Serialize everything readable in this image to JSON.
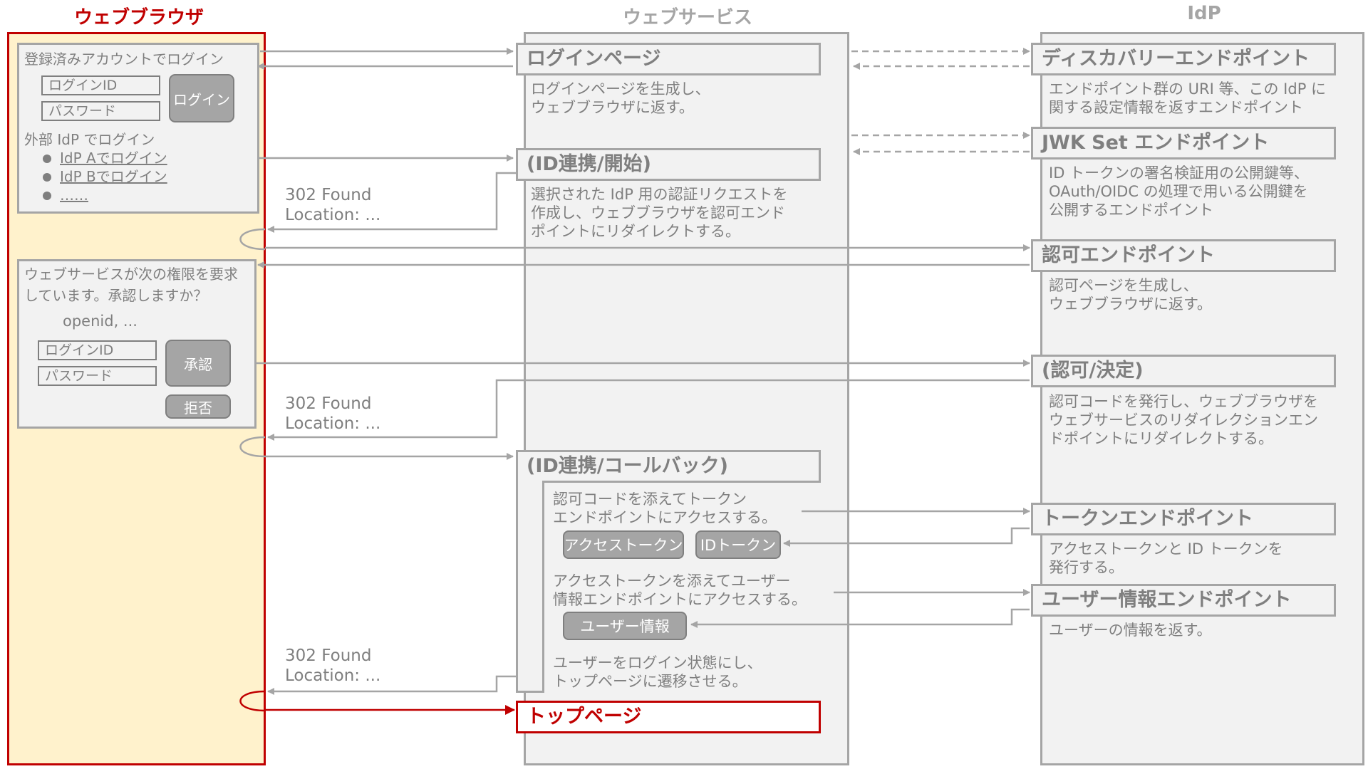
{
  "lanes": {
    "browser": "ウェブブラウザ",
    "webservice": "ウェブサービス",
    "idp": "IdP"
  },
  "login_panel": {
    "heading": "登録済みアカウントでログイン",
    "login_id_placeholder": "ログインID",
    "password_placeholder": "パスワード",
    "login_button": "ログイン",
    "external_heading": "外部 IdP でログイン",
    "idp_links": [
      "IdP Aでログイン",
      "IdP Bでログイン",
      "……"
    ]
  },
  "consent_panel": {
    "message": "ウェブサービスが次の権限を要求\nしています。承認しますか？",
    "scopes": "openid, ...",
    "login_id_placeholder": "ログインID",
    "password_placeholder": "パスワード",
    "approve_button": "承認",
    "deny_button": "拒否"
  },
  "webservice": {
    "login_page": "ログインページ",
    "login_page_desc": "ログインページを生成し、\nウェブブラウザに返す。",
    "federation_start": "(ID連携/開始)",
    "federation_start_desc": "選択された IdP 用の認証リクエストを\n作成し、ウェブブラウザを認可エンド\nポイントにリダイレクトする。",
    "federation_callback": "(ID連携/コールバック)",
    "callback_step1": "認可コードを添えてトークン\nエンドポイントにアクセスする。",
    "access_token": "アクセストークン",
    "id_token": "IDトークン",
    "callback_step2": "アクセストークンを添えてユーザー\n情報エンドポイントにアクセスする。",
    "user_info": "ユーザー情報",
    "callback_step3": "ユーザーをログイン状態にし、\nトップページに遷移させる。",
    "top_page": "トップページ"
  },
  "idp": {
    "discovery": "ディスカバリーエンドポイント",
    "discovery_desc": "エンドポイント群の URI 等、この IdP に\n関する設定情報を返すエンドポイント",
    "jwks": "JWK Set エンドポイント",
    "jwks_desc": "ID トークンの署名検証用の公開鍵等、\nOAuth/OIDC の処理で用いる公開鍵を\n公開するエンドポイント",
    "authorization": "認可エンドポイント",
    "authorization_desc": "認可ページを生成し、\nウェブブラウザに返す。",
    "decision": "(認可/決定)",
    "decision_desc": "認可コードを発行し、ウェブブラウザを\nウェブサービスのリダイレクションエン\nドポイントにリダイレクトする。",
    "token": "トークンエンドポイント",
    "token_desc": "アクセストークンと ID トークンを\n発行する。",
    "userinfo": "ユーザー情報エンドポイント",
    "userinfo_desc": "ユーザーの情報を返す。"
  },
  "redirects": [
    "302 Found\nLocation: ...",
    "302 Found\nLocation: ...",
    "302 Found\nLocation: ..."
  ],
  "colors": {
    "accent_red": "#c00000",
    "browser_fill": "#fff2cc",
    "lane_fill": "#f2f2f2",
    "gray_border": "#a5a5a5",
    "gray_text": "#7f7f7f"
  }
}
